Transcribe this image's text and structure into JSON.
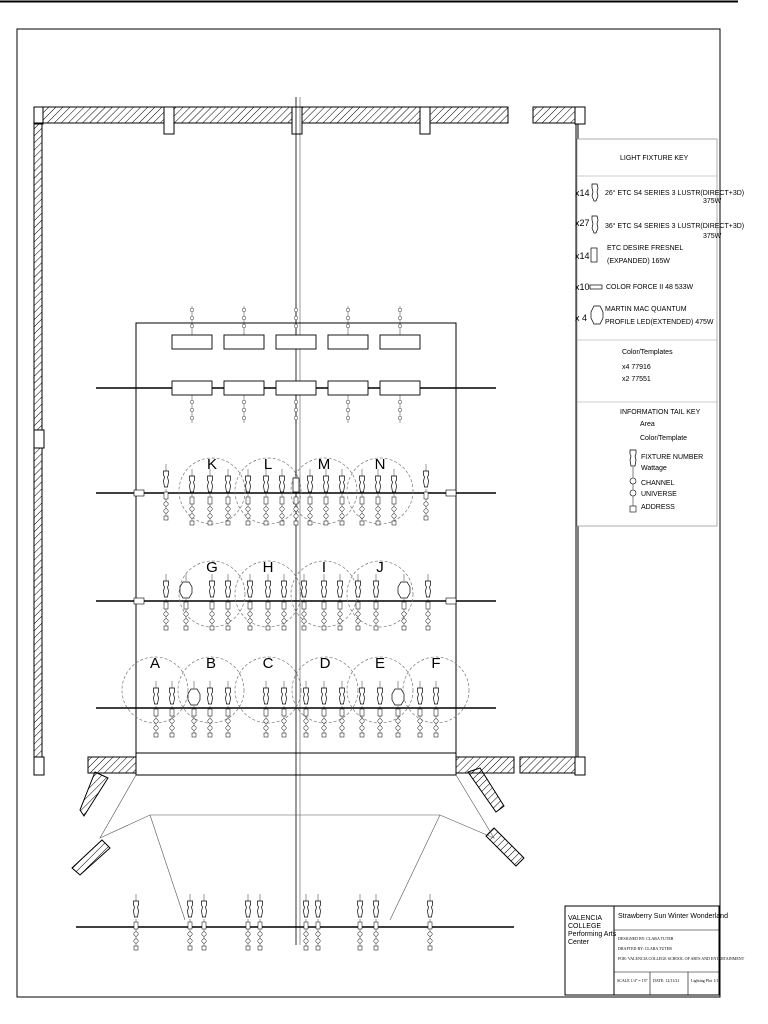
{
  "key": {
    "title": "LIGHT FIXTURE KEY",
    "fixtures": [
      {
        "count": "x14",
        "line1": "26° ETC S4 SERIES 3 LUSTR(DIRECT+3D)",
        "line2": "375W"
      },
      {
        "count": "x27",
        "line1": "36° ETC S4 SERIES 3 LUSTR(DIRECT+3D)",
        "line2": "375W"
      },
      {
        "count": "x14",
        "line1": "ETC DESIRE FRESNEL",
        "line2": "(EXPANDED) 165W"
      },
      {
        "count": "x10",
        "line1": "COLOR FORCE II 48 533W",
        "line2": ""
      },
      {
        "count": "x 4",
        "line1": "MARTIN MAC QUANTUM",
        "line2": "PROFILE LED(EXTENDED) 475W"
      }
    ],
    "templates_title": "Color/Templates",
    "templates": [
      "x4 77916",
      "x2 77551"
    ],
    "info_title": "INFORMATION TAIL KEY",
    "info_area": "Area",
    "info_color": "Color/Template",
    "info_items": [
      "FIXTURE NUMBER",
      "Wattage",
      "CHANNEL",
      "UNIVERSE",
      "ADDRESS"
    ]
  },
  "areas": {
    "row1": [
      "K",
      "L",
      "M",
      "N"
    ],
    "row2": [
      "G",
      "H",
      "I",
      "J"
    ],
    "row3": [
      "A",
      "B",
      "C",
      "D",
      "E",
      "F"
    ]
  },
  "title_block": {
    "org": "VALENCIA COLLEGE Performing Arts Center",
    "show": "Strawberry Sun Winter Wonderland",
    "designed_by": "DESIGNED BY: CLARA TUTER",
    "drafted_by": "DRAFTED BY: CLARA TUTER",
    "for": "FOR: VALENCIA COLLEGE SCHOOL OF ARTS AND ENTERTAINMENT",
    "scale": "SCALE 1/4\" = 1'0\"",
    "date": "DATE: 12/11/21",
    "sheet": "Lighting Plot 1/1"
  }
}
